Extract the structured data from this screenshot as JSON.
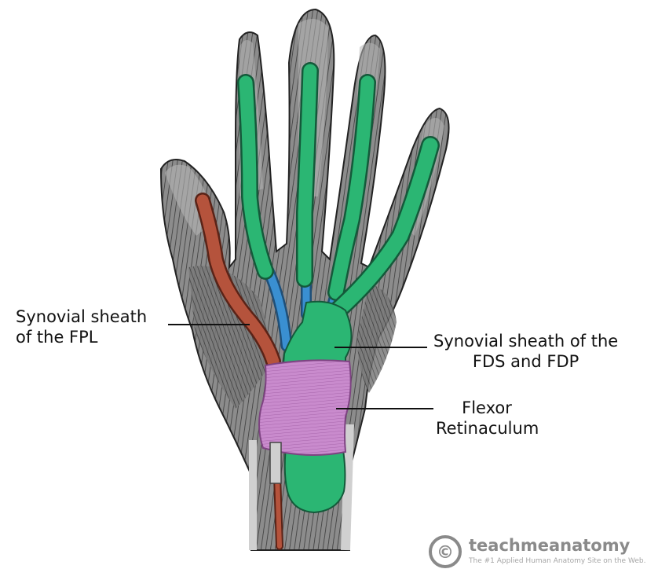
{
  "labels": {
    "fpl_line1": "Synovial sheath",
    "fpl_line2": "of the FPL",
    "fds_line1": "Synovial sheath of the",
    "fds_line2": "FDS and FDP",
    "flexor_line1": "Flexor",
    "flexor_line2": "Retinaculum"
  },
  "watermark": {
    "brand": "teachmeanatomy",
    "tagline": "The #1 Applied Human Anatomy Site on the Web.",
    "symbol": "©"
  },
  "colors": {
    "flexor_sheath": "#2bb673",
    "fpl_sheath": "#b5533c",
    "retinaculum": "#c57ac9",
    "tendon_blue": "#3a8fd1",
    "tissue": "#6e6e6e"
  }
}
